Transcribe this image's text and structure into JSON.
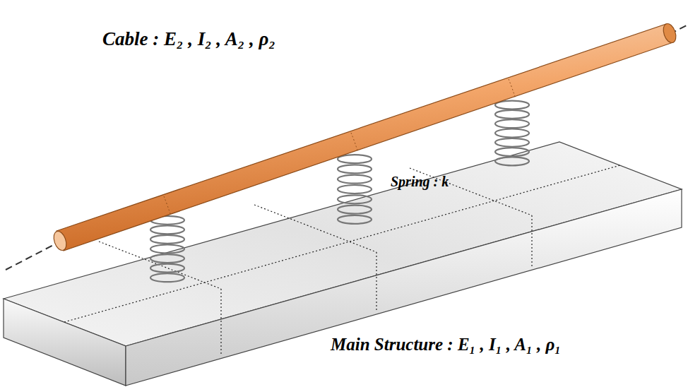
{
  "diagram": {
    "labels": [
      "Cable : E₂ , I₂ , A₂ , ρ₂",
      "Spring : k",
      "Main Structure : E₁ , I₁ , A₁ , ρ₁"
    ]
  }
}
